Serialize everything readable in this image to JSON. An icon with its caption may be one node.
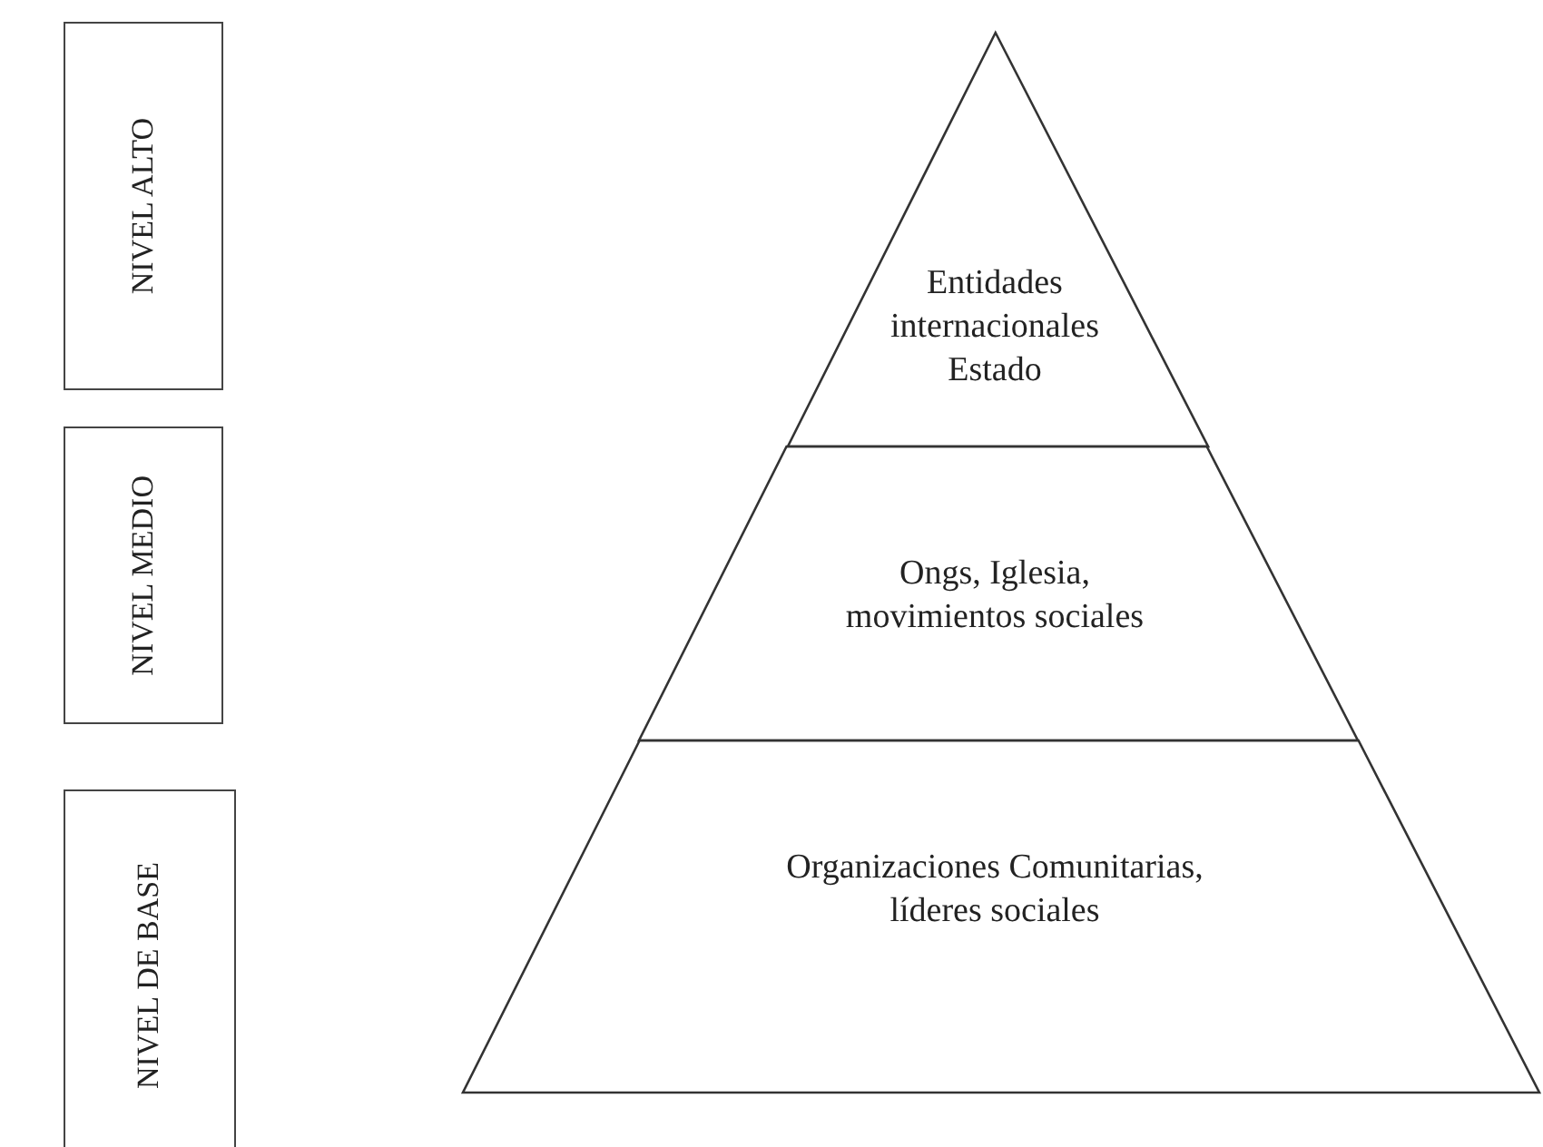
{
  "diagram": {
    "nodes": [
      {
        "text": [
          "NIVEL ALTO"
        ]
      },
      {
        "text": [
          "NIVEL MEDIO"
        ]
      },
      {
        "text": [
          "NIVEL DE BASE"
        ]
      },
      {
        "text": [
          "Entidades internacionales Estado"
        ]
      },
      {
        "text": [
          "Ongs, Iglesia, movimientos sociales"
        ]
      },
      {
        "text": [
          "Organizaciones Comunitarias, líderes sociales"
        ]
      }
    ]
  }
}
